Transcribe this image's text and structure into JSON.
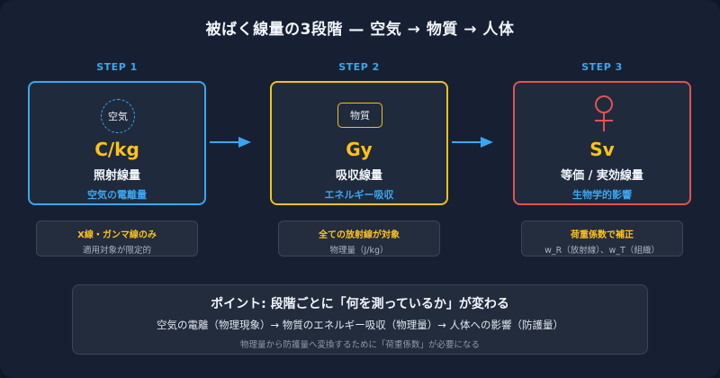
{
  "title": "被ばく線量の3段階 — 空気 → 物質 → 人体",
  "steps": [
    {
      "label": "STEP 1",
      "icon_text": "空気",
      "unit": "C/kg",
      "name": "照射線量",
      "desc": "空気の電離量",
      "note_highlight": "X線・ガンマ線のみ",
      "note_sub": "適用対象が限定的",
      "color": "#3aa6f0"
    },
    {
      "label": "STEP 2",
      "icon_text": "物質",
      "unit": "Gy",
      "name": "吸収線量",
      "desc": "エネルギー吸収",
      "note_highlight": "全ての放射線が対象",
      "note_sub": "物理量（J/kg）",
      "color": "#f0c21c"
    },
    {
      "label": "STEP 3",
      "icon_name": "person-icon",
      "unit": "Sv",
      "name": "等価 / 実効線量",
      "desc": "生物学的影響",
      "note_highlight": "荷重係数で補正",
      "note_sub": "w_R（放射線）、w_T（組織）",
      "color": "#e05252"
    }
  ],
  "point": {
    "title": "ポイント: 段階ごとに「何を測っているか」が変わる",
    "flow": "空気の電離（物理現象）→ 物質のエネルギー吸収（物理量）→ 人体への影響（防護量）",
    "note": "物理量から防護量へ変換するために「荷重係数」が必要になる"
  },
  "colors": {
    "accent_blue": "#3aa6f0",
    "accent_yellow": "#ffc21c",
    "accent_red": "#e05252",
    "background": "#172032"
  }
}
